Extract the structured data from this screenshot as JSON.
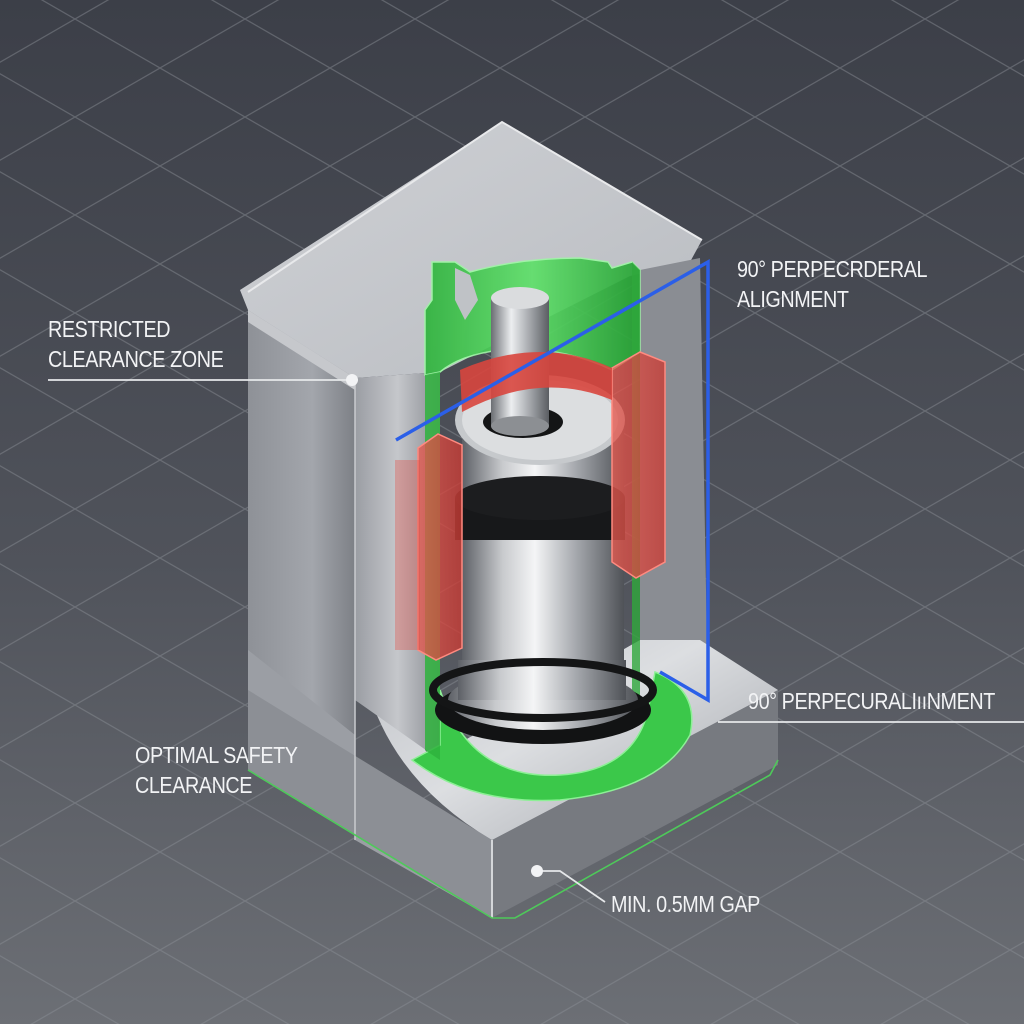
{
  "diagram": {
    "title": "",
    "background": {
      "color_top": "#3d4049",
      "color_bottom": "#6a6d73",
      "grid_color": "#8a8d94",
      "grid_style": "isometric diamond grid"
    },
    "colors": {
      "metal_light": "#d4d6da",
      "metal_mid": "#a9acb2",
      "metal_dark": "#6e7178",
      "clearance_green": "#3fd14f",
      "restricted_red": "#e0453c",
      "alignment_blue": "#2a5ee8",
      "leader_line": "#e6e8ea",
      "ring_black": "#141516"
    },
    "components": [
      {
        "id": "housing-block",
        "label": "Aluminum housing block (cutaway)"
      },
      {
        "id": "cylinder",
        "label": "Cylindrical component with shaft"
      },
      {
        "id": "shaft",
        "label": "Central shaft"
      },
      {
        "id": "green-clearance-sleeve",
        "label": "Safety clearance sleeve"
      },
      {
        "id": "red-restricted-brackets",
        "label": "Restricted clearance zone brackets"
      },
      {
        "id": "blue-alignment-plane",
        "label": "90° alignment plane"
      }
    ],
    "annotations": [
      {
        "id": "restricted-clearance",
        "lines": [
          "RESTRICTED",
          "CLEARANCE ZONE"
        ]
      },
      {
        "id": "alignment-top",
        "lines": [
          "90° PERPECRDERAL",
          "ALIGNMENT"
        ]
      },
      {
        "id": "alignment-bottom",
        "lines": [
          "90° PERPECURALIııNMENT"
        ]
      },
      {
        "id": "optimal-safety",
        "lines": [
          "OPTIMAL SAFETY",
          "CLEARANCE"
        ]
      },
      {
        "id": "min-gap",
        "lines": [
          "MIN. 0.5MM GAP"
        ]
      }
    ]
  }
}
